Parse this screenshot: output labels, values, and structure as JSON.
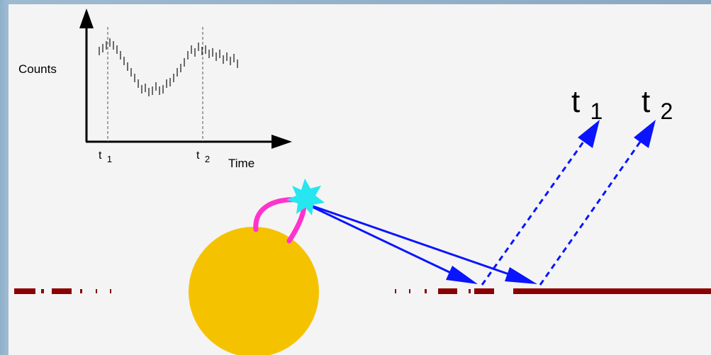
{
  "inset_plot": {
    "y_label": "Counts",
    "x_label": "Time",
    "tick_t1_main": "t",
    "tick_t1_sub": "1",
    "tick_t2_main": "t",
    "tick_t2_sub": "2"
  },
  "reflection_labels": {
    "t1_main": "t",
    "t1_sub": "1",
    "t2_main": "t",
    "t2_sub": "2"
  },
  "colors": {
    "background": "#f4f4f4",
    "frame": "#8aa8c2",
    "sphere": "#f5c200",
    "loop": "#ff33cc",
    "flare": "#27e6f0",
    "arrows": "#0a14ff",
    "surface": "#8b0000"
  }
}
